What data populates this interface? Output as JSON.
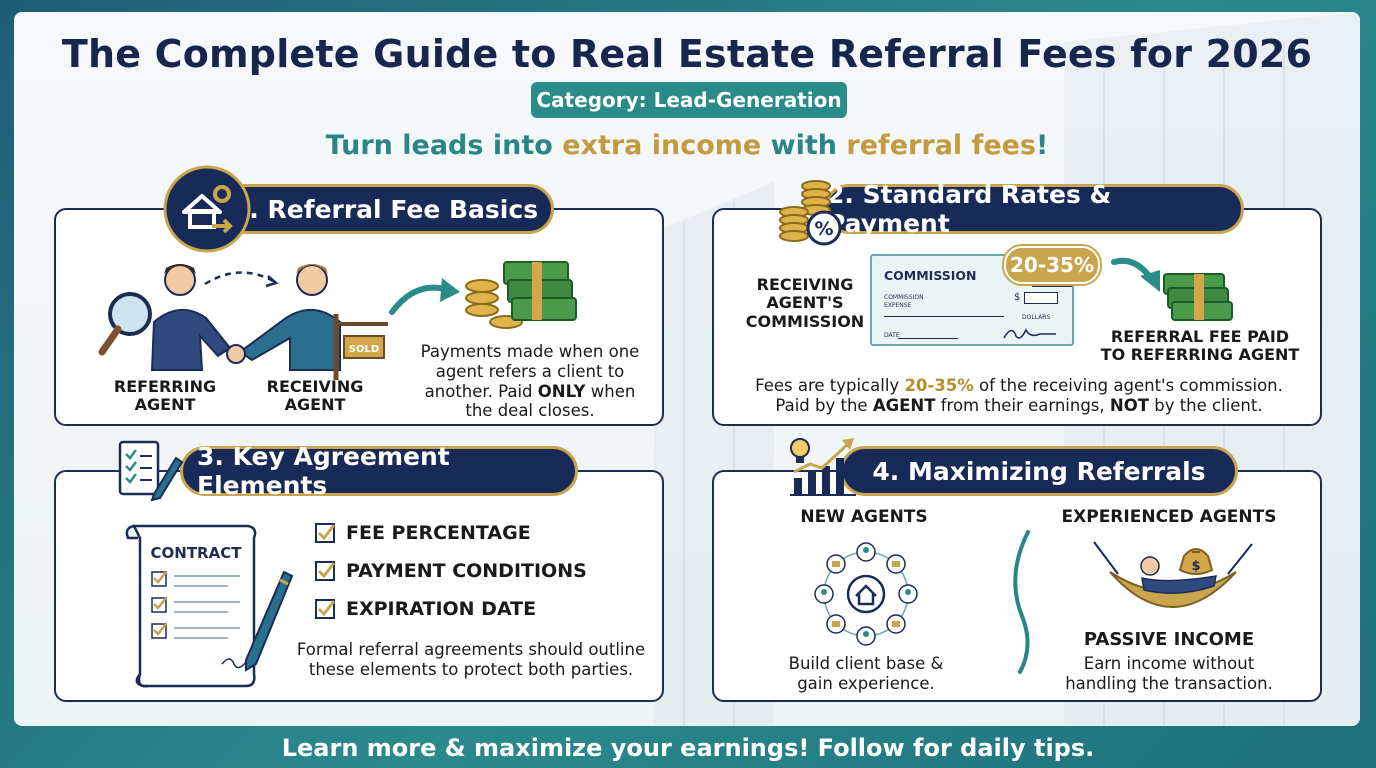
{
  "title": "The Complete Guide to Real Estate Referral Fees for 2026",
  "category": "Category: Lead-Generation",
  "tagline": {
    "part1": "Turn leads into ",
    "part2": "extra income",
    "part3": " with ",
    "part4": "referral fees",
    "part5": "!"
  },
  "section1": {
    "header": "1. Referral Fee Basics",
    "referring_label_line1": "REFERRING",
    "referring_label_line2": "AGENT",
    "receiving_label_line1": "RECEIVING",
    "receiving_label_line2": "AGENT",
    "sign_text": "SOLD",
    "desc_line1": "Payments made when one",
    "desc_line2": "agent refers a client to",
    "desc_line3a": "another. Paid ",
    "desc_line3b": "ONLY",
    "desc_line3c": " when",
    "desc_line4": "the deal closes."
  },
  "section2": {
    "header": "2. Standard Rates & Payment",
    "left_label_line1": "RECEIVING",
    "left_label_line2": "AGENT'S",
    "left_label_line3": "COMMISSION",
    "check_title": "COMMISSION",
    "check_date": "DATE",
    "check_dollar": "$",
    "check_line_a": "COMMISSION",
    "check_line_b": "EXPENSE",
    "check_dollars": "DOLLARS",
    "check_date2": "DATE",
    "badge": "20-35%",
    "right_label_line1": "REFERRAL FEE PAID",
    "right_label_line2": "TO REFERRING AGENT",
    "desc_line1a": "Fees are typically ",
    "desc_line1b": "20-35%",
    "desc_line1c": " of the receiving agent's commission.",
    "desc_line2a": "Paid by the ",
    "desc_line2b": "AGENT",
    "desc_line2c": " from their earnings, ",
    "desc_line2d": "NOT",
    "desc_line2e": " by the client."
  },
  "section3": {
    "header": "3. Key Agreement Elements",
    "contract_title": "CONTRACT",
    "items": [
      "FEE PERCENTAGE",
      "PAYMENT CONDITIONS",
      "EXPIRATION DATE"
    ],
    "desc_line1": "Formal referral agreements should outline",
    "desc_line2": "these elements to protect both parties."
  },
  "section4": {
    "header": "4. Maximizing Referrals",
    "new_title": "NEW AGENTS",
    "new_desc_line1": "Build client base &",
    "new_desc_line2": "gain experience.",
    "exp_title": "EXPERIENCED AGENTS",
    "exp_sub": "PASSIVE INCOME",
    "exp_desc_line1": "Earn income without",
    "exp_desc_line2": "handling the transaction."
  },
  "footer": "Learn more & maximize your earnings! Follow for daily tips.",
  "colors": {
    "navy": "#182a57",
    "teal": "#2a8c88",
    "gold": "#c9a54e"
  }
}
